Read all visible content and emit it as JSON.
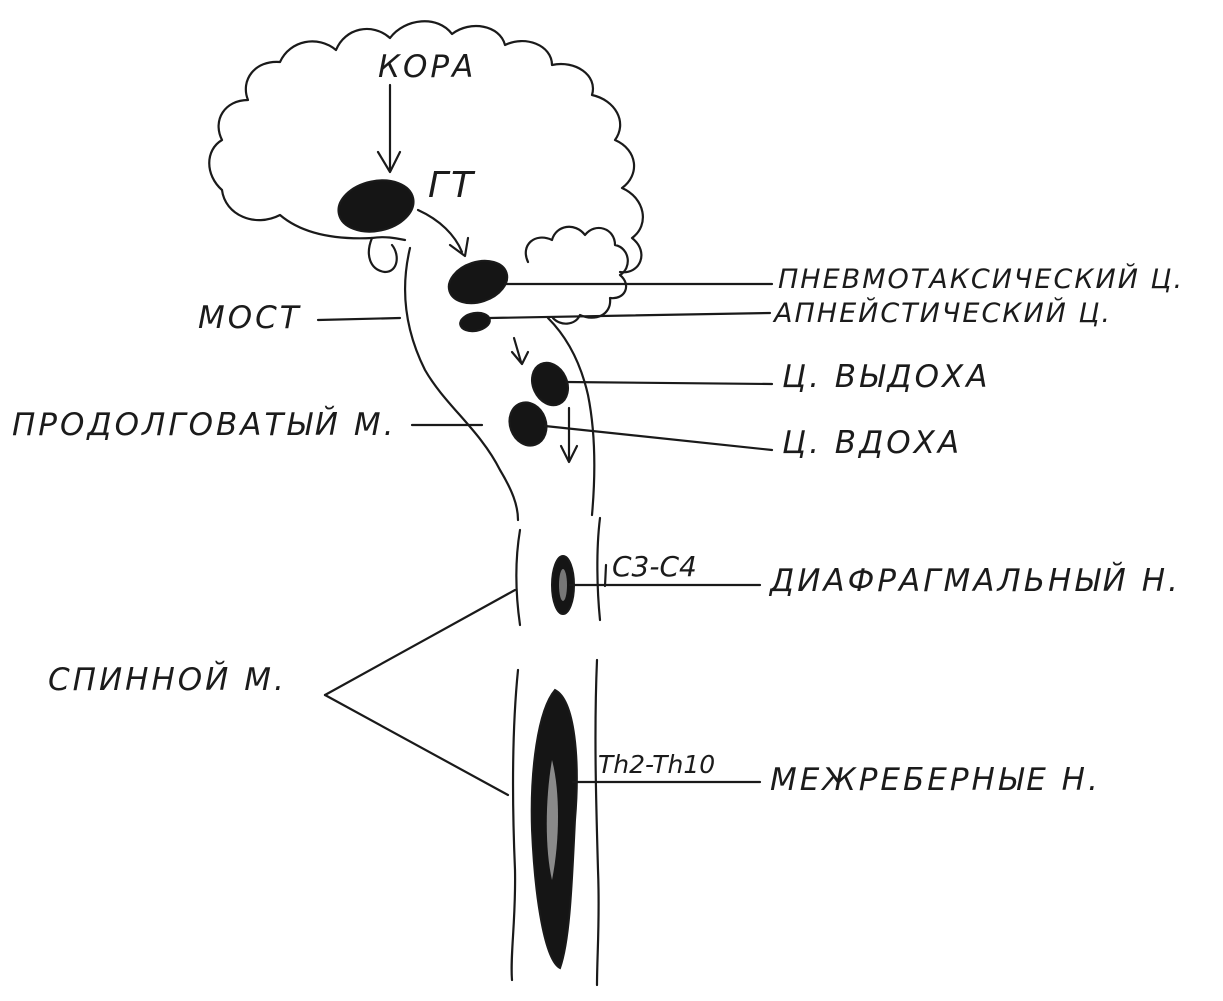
{
  "labels": {
    "cortex": "КОРА",
    "hypothalamus": "ГТ",
    "pneumotaxic": "ПНЕВМОТАКСИЧЕСКИЙ Ц.",
    "apneustic": "АПНЕЙСТИЧЕСКИЙ Ц.",
    "pons": "МОСТ",
    "expiration": "Ц. ВЫДОХА",
    "medulla": "ПРОДОЛГОВАТЫЙ М.",
    "inspiration": "Ц. ВДОХА",
    "cervical_segments": "C3-C4",
    "phrenic": "ДИАФРАГМАЛЬНЫЙ Н.",
    "spinal_cord": "СПИННОЙ М.",
    "thoracic_segments": "Th2-Th10",
    "intercostal": "МЕЖРЕБЕРНЫЕ Н."
  },
  "colors": {
    "ink": "#1a1a1a",
    "paper": "#ffffff"
  }
}
